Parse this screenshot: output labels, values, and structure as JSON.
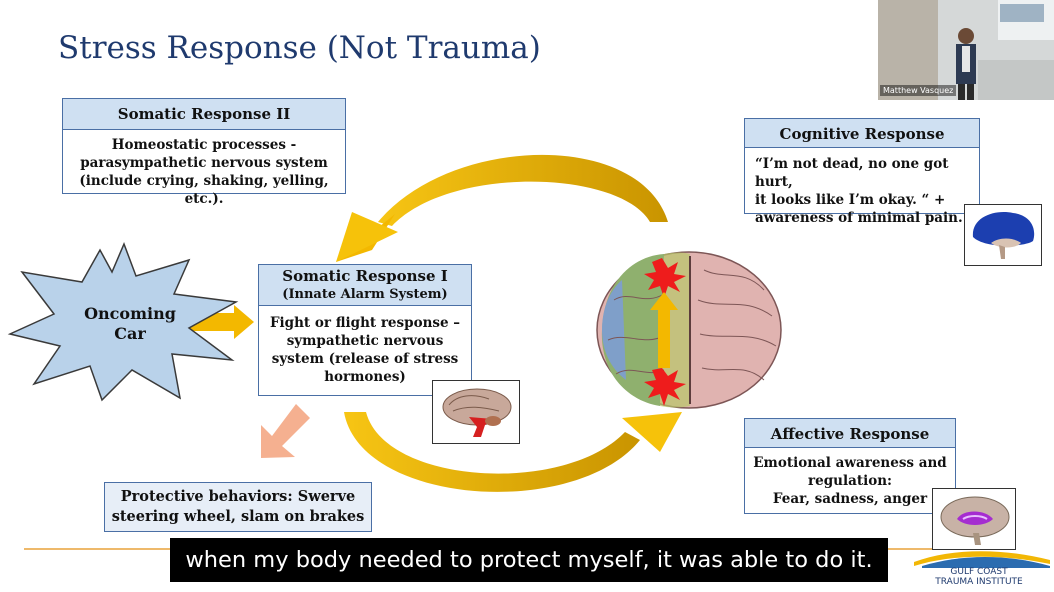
{
  "slide": {
    "title": "Stress Response (Not Trauma)",
    "somatic2": {
      "heading": "Somatic Response II",
      "body": [
        "Homeostatic processes -",
        "parasympathetic nervous system",
        "(include crying, shaking, yelling, etc.)."
      ]
    },
    "somatic1": {
      "heading": "Somatic Response I",
      "subheading": "(Innate Alarm System)",
      "body": [
        "Fight or flight response –",
        "sympathetic nervous",
        "system (release of stress",
        "hormones)"
      ]
    },
    "oncoming": {
      "line1": "Oncoming",
      "line2": "Car"
    },
    "protective": {
      "line1": "Protective behaviors: Swerve",
      "line2": "steering wheel, slam on brakes"
    },
    "cognitive": {
      "heading": "Cognitive Response",
      "body": [
        "“I’m not dead, no one got hurt,",
        "it looks like I’m okay. “ +",
        "awareness of minimal pain."
      ]
    },
    "affective": {
      "heading": "Affective Response",
      "body": [
        "Emotional awareness and",
        "regulation:",
        "Fear, sadness, anger"
      ]
    },
    "logo": {
      "line1": "GULF COAST",
      "line2": "TRAUMA INSTITUTE"
    }
  },
  "video": {
    "speaker_name": "Matthew Vasquez"
  },
  "caption": {
    "text": "when my body needed to protect myself, it was able to do it."
  },
  "colors": {
    "title": "#1f3a6e",
    "box_border": "#4a6fa5",
    "box_header": "#cfe0f2",
    "arrow": "#f2b705",
    "starburst": "#b9d2ea"
  }
}
